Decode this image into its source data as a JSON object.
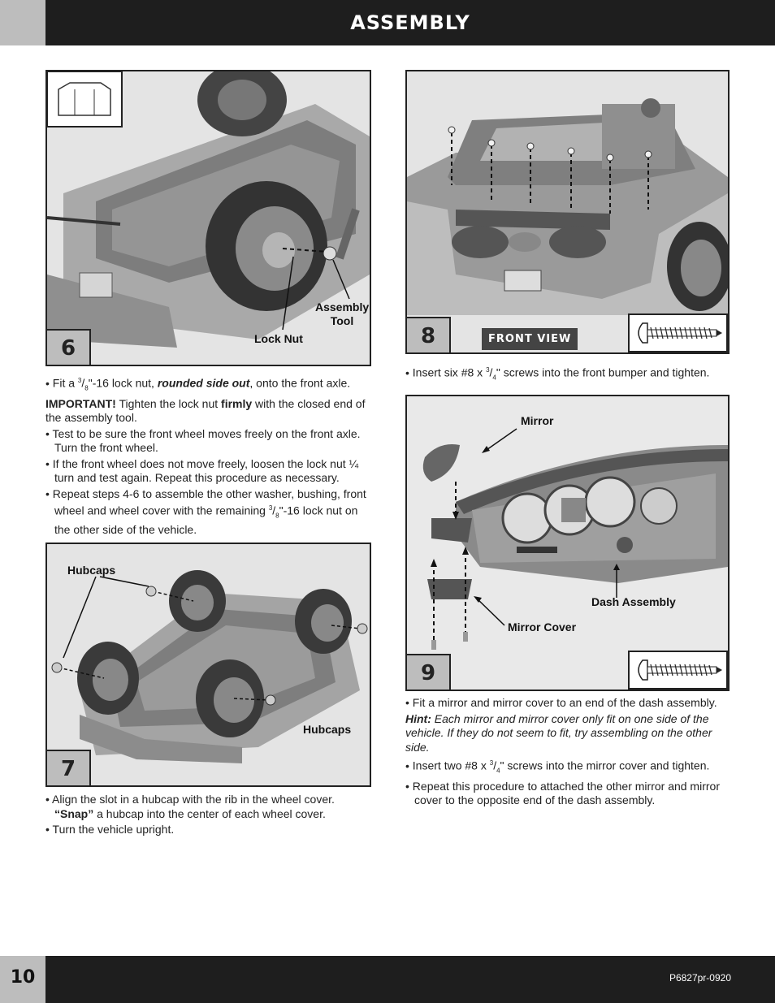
{
  "header": {
    "title": "ASSEMBLY"
  },
  "footer": {
    "page_number": "10",
    "doc_code": "P6827pr-0920"
  },
  "step6": {
    "number": "6",
    "callouts": {
      "lock_nut": "Lock Nut",
      "assembly_tool": "Assembly Tool"
    },
    "text": {
      "b1_pre": "Fit a ",
      "b1_frac_num": "3",
      "b1_frac_den": "8",
      "b1_mid": "\"-16 lock nut, ",
      "b1_emph": "rounded side out",
      "b1_post": ", onto the front axle.",
      "important_label": "IMPORTANT!",
      "important_pre": " Tighten the lock nut ",
      "important_emph": "firmly",
      "important_post": " with the closed end of the assembly tool.",
      "b2": "Test to be sure the front wheel moves freely on the front axle. Turn the front wheel.",
      "b3": "If the front wheel does not move freely, loosen the lock nut ¼ turn and test again. Repeat this procedure as necessary.",
      "b4_pre": "Repeat steps 4-6 to assemble the other washer, bushing, front wheel and wheel cover with the remaining ",
      "b4_frac_num": "3",
      "b4_frac_den": "8",
      "b4_post": "\"-16 lock nut on the other side of the vehicle."
    }
  },
  "step7": {
    "number": "7",
    "callouts": {
      "hubcaps_top": "Hubcaps",
      "hubcaps_bottom": "Hubcaps"
    },
    "text": {
      "b1_pre": "Align the slot in a hubcap with the rib in the wheel cover. ",
      "b1_emph": "“Snap”",
      "b1_post": " a hubcap into the center of each wheel cover.",
      "b2": "Turn the vehicle upright."
    }
  },
  "step8": {
    "number": "8",
    "front_view_label": "FRONT VIEW",
    "text": {
      "b1_pre": "Insert six #8 x ",
      "frac_num": "3",
      "frac_den": "4",
      "b1_post": "\" screws into the front bumper and tighten."
    }
  },
  "step9": {
    "number": "9",
    "callouts": {
      "mirror": "Mirror",
      "dash_assembly": "Dash Assembly",
      "mirror_cover": "Mirror Cover"
    },
    "text": {
      "b1": "Fit a mirror and mirror cover to an end of the dash assembly.",
      "hint_label": "Hint:",
      "hint_body": " Each mirror and mirror cover only fit on one side of the vehicle. If they do not seem to fit, try assembling on the other side.",
      "b2_pre": "Insert two #8 x ",
      "frac_num": "3",
      "frac_den": "4",
      "b2_post": "\" screws into the mirror cover and tighten.",
      "b3": "Repeat this procedure to attached the other mirror and mirror cover to the opposite end of the dash assembly."
    }
  }
}
